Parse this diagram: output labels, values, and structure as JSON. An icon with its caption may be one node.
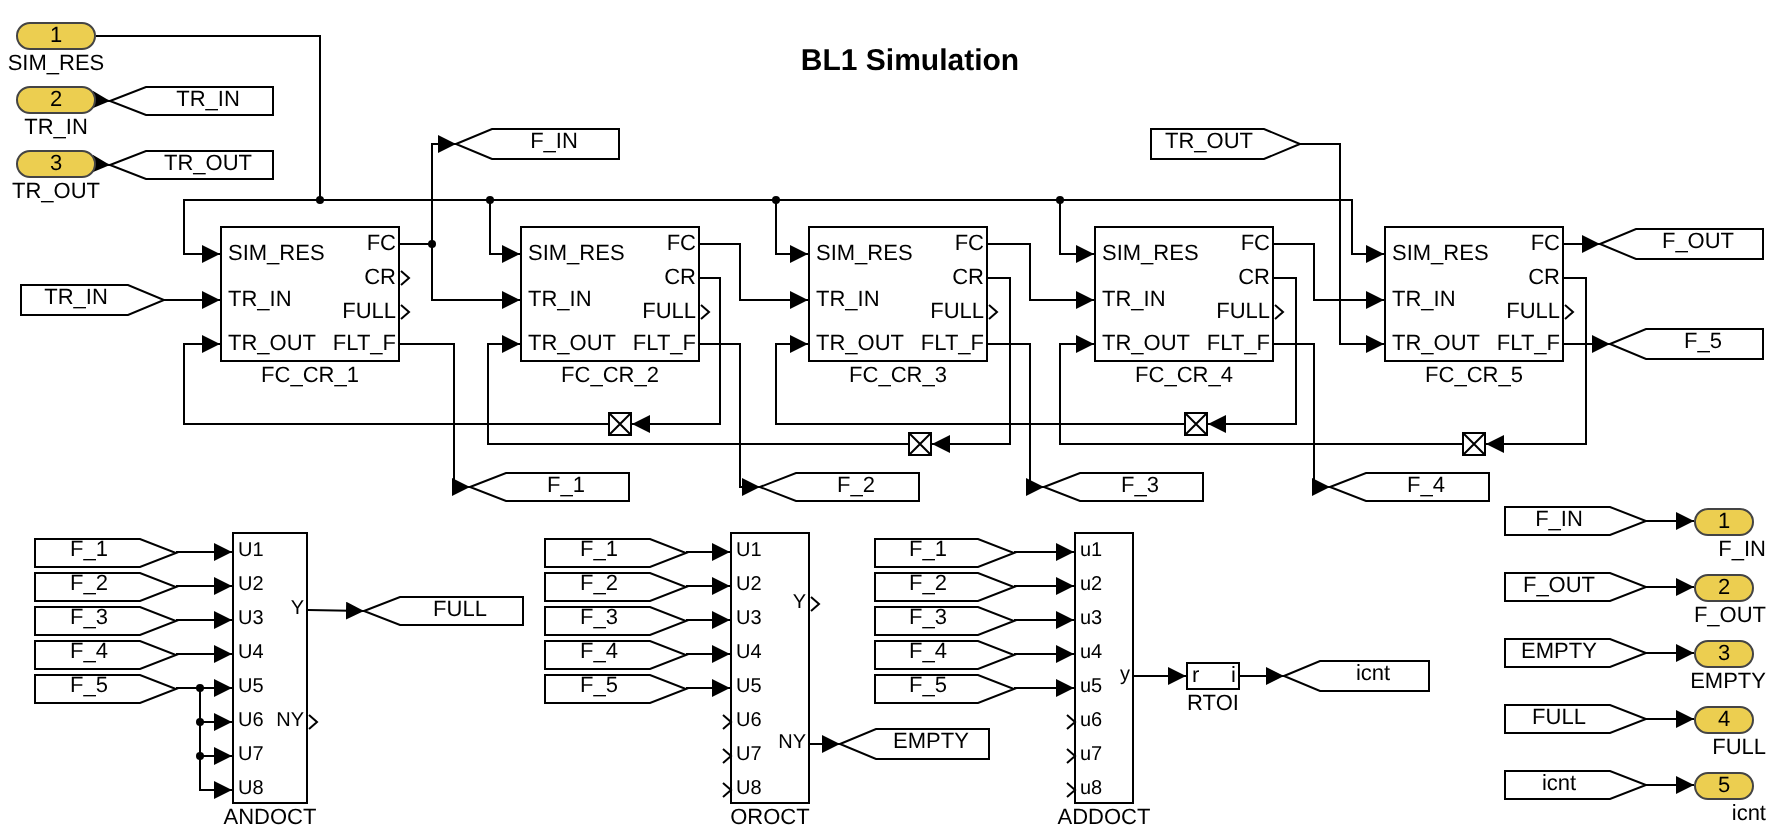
{
  "diagram": {
    "title": "BL1 Simulation",
    "nodes": [
      {
        "text": [
          "1"
        ],
        "beside": [
          "SIM_RES"
        ]
      },
      {
        "text": [
          "2"
        ],
        "beside": [
          "TR_IN"
        ]
      },
      {
        "text": [
          "TR_IN"
        ]
      },
      {
        "text": [
          "3"
        ],
        "beside": [
          "TR_OUT"
        ]
      },
      {
        "text": [
          "TR_OUT"
        ]
      },
      {
        "text": [
          "F_IN"
        ]
      },
      {
        "text": [
          "TR_OUT"
        ]
      },
      {
        "text": [
          "TR_IN"
        ]
      },
      {
        "text": [
          "SIM_RES",
          "TR_IN",
          "TR_OUT",
          "FC",
          "CR",
          "FULL",
          "FLT_F"
        ],
        "beside": [
          "FC_CR_1"
        ]
      },
      {
        "text": [
          "SIM_RES",
          "TR_IN",
          "TR_OUT",
          "FC",
          "CR",
          "FULL",
          "FLT_F"
        ],
        "beside": [
          "FC_CR_2"
        ]
      },
      {
        "text": [
          "SIM_RES",
          "TR_IN",
          "TR_OUT",
          "FC",
          "CR",
          "FULL",
          "FLT_F"
        ],
        "beside": [
          "FC_CR_3"
        ]
      },
      {
        "text": [
          "SIM_RES",
          "TR_IN",
          "TR_OUT",
          "FC",
          "CR",
          "FULL",
          "FLT_F"
        ],
        "beside": [
          "FC_CR_4"
        ]
      },
      {
        "text": [
          "SIM_RES",
          "TR_IN",
          "TR_OUT",
          "FC",
          "CR",
          "FULL",
          "FLT_F"
        ],
        "beside": [
          "FC_CR_5"
        ]
      },
      {
        "text": [
          "F_OUT"
        ]
      },
      {
        "text": [
          "F_5"
        ]
      },
      {
        "text": [],
        "shape": "box"
      },
      {
        "text": [],
        "shape": "box"
      },
      {
        "text": [],
        "shape": "box"
      },
      {
        "text": [],
        "shape": "box"
      },
      {
        "text": [
          "F_1"
        ]
      },
      {
        "text": [
          "F_2"
        ]
      },
      {
        "text": [
          "F_3"
        ]
      },
      {
        "text": [
          "F_4"
        ]
      },
      {
        "text": [
          "F_1"
        ]
      },
      {
        "text": [
          "F_2"
        ]
      },
      {
        "text": [
          "F_3"
        ]
      },
      {
        "text": [
          "F_4"
        ]
      },
      {
        "text": [
          "F_5"
        ]
      },
      {
        "text": [
          "U1",
          "U2",
          "U3",
          "U4",
          "U5",
          "U6",
          "U7",
          "U8",
          "Y",
          "NY"
        ],
        "beside": [
          "ANDOCT"
        ]
      },
      {
        "text": [
          "FULL"
        ]
      },
      {
        "text": [
          "F_1"
        ]
      },
      {
        "text": [
          "F_2"
        ]
      },
      {
        "text": [
          "F_3"
        ]
      },
      {
        "text": [
          "F_4"
        ]
      },
      {
        "text": [
          "F_5"
        ]
      },
      {
        "text": [
          "U1",
          "U2",
          "U3",
          "U4",
          "U5",
          "U6",
          "U7",
          "U8",
          "Y",
          "NY"
        ],
        "beside": [
          "OROCT"
        ]
      },
      {
        "text": [
          "EMPTY"
        ]
      },
      {
        "text": [
          "F_1"
        ]
      },
      {
        "text": [
          "F_2"
        ]
      },
      {
        "text": [
          "F_3"
        ]
      },
      {
        "text": [
          "F_4"
        ]
      },
      {
        "text": [
          "F_5"
        ]
      },
      {
        "text": [
          "u1",
          "u2",
          "u3",
          "u4",
          "u5",
          "u6",
          "u7",
          "u8",
          "y"
        ],
        "beside": [
          "ADDOCT"
        ]
      },
      {
        "text": [
          "r",
          "i"
        ],
        "beside": [
          "RTOI"
        ]
      },
      {
        "text": [
          "icnt"
        ]
      },
      {
        "text": [
          "F_IN"
        ]
      },
      {
        "text": [
          "F_OUT"
        ]
      },
      {
        "text": [
          "EMPTY"
        ]
      },
      {
        "text": [
          "FULL"
        ]
      },
      {
        "text": [
          "icnt"
        ]
      },
      {
        "text": [
          "1"
        ],
        "beside": [
          "F_IN"
        ]
      },
      {
        "text": [
          "2"
        ],
        "beside": [
          "F_OUT"
        ]
      },
      {
        "text": [
          "3"
        ],
        "beside": [
          "EMPTY"
        ]
      },
      {
        "text": [
          "4"
        ],
        "beside": [
          "FULL"
        ]
      },
      {
        "text": [
          "5"
        ],
        "beside": [
          "icnt"
        ]
      }
    ],
    "edges": [
      {
        "from": 0,
        "to": 8,
        "arrow": "to"
      },
      {
        "from": 0,
        "to": 9,
        "arrow": "to"
      },
      {
        "from": 0,
        "to": 10,
        "arrow": "to"
      },
      {
        "from": 0,
        "to": 11,
        "arrow": "to"
      },
      {
        "from": 0,
        "to": 12,
        "arrow": "to"
      },
      {
        "from": 1,
        "to": 2,
        "arrow": "to"
      },
      {
        "from": 3,
        "to": 4,
        "arrow": "to"
      },
      {
        "from": 7,
        "to": 8,
        "arrow": "to"
      },
      {
        "from": 8,
        "to": 5,
        "arrow": "to"
      },
      {
        "from": 8,
        "to": 9,
        "arrow": "to"
      },
      {
        "from": 9,
        "to": 10,
        "arrow": "to"
      },
      {
        "from": 10,
        "to": 11,
        "arrow": "to"
      },
      {
        "from": 11,
        "to": 12,
        "arrow": "to"
      },
      {
        "from": 12,
        "to": 13,
        "arrow": "to"
      },
      {
        "from": 12,
        "to": 14,
        "arrow": "to"
      },
      {
        "from": 9,
        "to": 15,
        "arrow": "to"
      },
      {
        "from": 15,
        "to": 8,
        "arrow": "to"
      },
      {
        "from": 10,
        "to": 16,
        "arrow": "to"
      },
      {
        "from": 16,
        "to": 9,
        "arrow": "to"
      },
      {
        "from": 11,
        "to": 17,
        "arrow": "to"
      },
      {
        "from": 17,
        "to": 10,
        "arrow": "to"
      },
      {
        "from": 12,
        "to": 18,
        "arrow": "to"
      },
      {
        "from": 18,
        "to": 11,
        "arrow": "to"
      },
      {
        "from": 8,
        "to": 19,
        "arrow": "to"
      },
      {
        "from": 9,
        "to": 20,
        "arrow": "to"
      },
      {
        "from": 10,
        "to": 21,
        "arrow": "to"
      },
      {
        "from": 11,
        "to": 22,
        "arrow": "to"
      },
      {
        "from": 23,
        "to": 28,
        "arrow": "to"
      },
      {
        "from": 24,
        "to": 28,
        "arrow": "to"
      },
      {
        "from": 25,
        "to": 28,
        "arrow": "to"
      },
      {
        "from": 26,
        "to": 28,
        "arrow": "to"
      },
      {
        "from": 27,
        "to": 28,
        "arrow": "to"
      },
      {
        "from": 27,
        "to": 28,
        "arrow": "to"
      },
      {
        "from": 27,
        "to": 28,
        "arrow": "to"
      },
      {
        "from": 27,
        "to": 28,
        "arrow": "to"
      },
      {
        "from": 28,
        "to": 29,
        "arrow": "to"
      },
      {
        "from": 30,
        "to": 35,
        "arrow": "to"
      },
      {
        "from": 31,
        "to": 35,
        "arrow": "to"
      },
      {
        "from": 32,
        "to": 35,
        "arrow": "to"
      },
      {
        "from": 33,
        "to": 35,
        "arrow": "to"
      },
      {
        "from": 34,
        "to": 35,
        "arrow": "to"
      },
      {
        "from": 35,
        "to": 36,
        "arrow": "to"
      },
      {
        "from": 37,
        "to": 42,
        "arrow": "to"
      },
      {
        "from": 38,
        "to": 42,
        "arrow": "to"
      },
      {
        "from": 39,
        "to": 42,
        "arrow": "to"
      },
      {
        "from": 40,
        "to": 42,
        "arrow": "to"
      },
      {
        "from": 41,
        "to": 42,
        "arrow": "to"
      },
      {
        "from": 42,
        "to": 43,
        "arrow": "to"
      },
      {
        "from": 43,
        "to": 44,
        "arrow": "to"
      },
      {
        "from": 45,
        "to": 50,
        "arrow": "to"
      },
      {
        "from": 46,
        "to": 51,
        "arrow": "to"
      },
      {
        "from": 47,
        "to": 52,
        "arrow": "to"
      },
      {
        "from": 48,
        "to": 53,
        "arrow": "to"
      },
      {
        "from": 49,
        "to": 54,
        "arrow": "to"
      },
      {
        "from": 6,
        "to": 12,
        "arrow": "to"
      }
    ]
  }
}
